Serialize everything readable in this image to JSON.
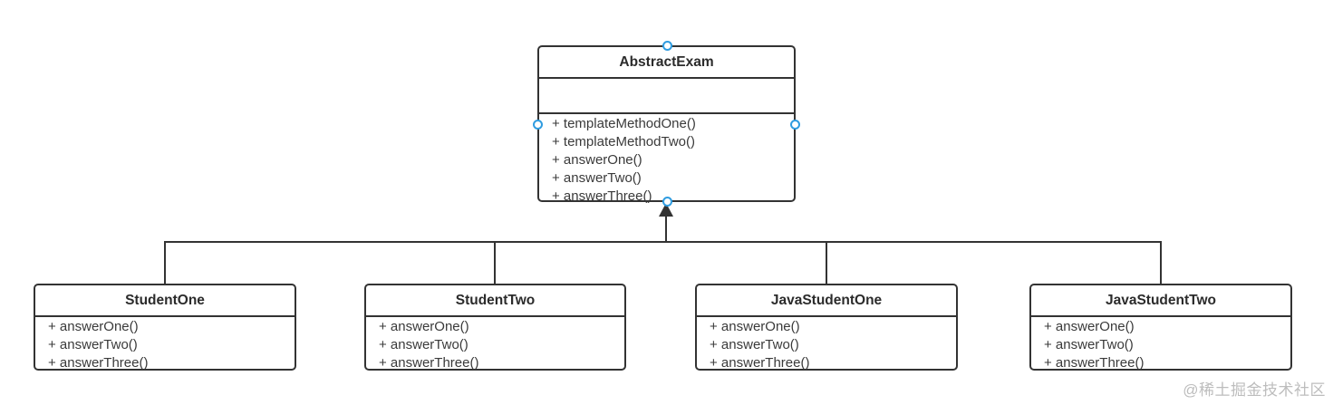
{
  "classes": {
    "abstract_exam": {
      "title": "AbstractExam",
      "methods": [
        "+ templateMethodOne()",
        "+ templateMethodTwo()",
        "+ answerOne()",
        "+ answerTwo()",
        "+ answerThree()"
      ]
    },
    "student_one": {
      "title": "StudentOne",
      "methods": [
        "+ answerOne()",
        "+ answerTwo()",
        "+ answerThree()"
      ]
    },
    "student_two": {
      "title": "StudentTwo",
      "methods": [
        "+ answerOne()",
        "+ answerTwo()",
        "+ answerThree()"
      ]
    },
    "java_student_one": {
      "title": "JavaStudentOne",
      "methods": [
        "+ answerOne()",
        "+ answerTwo()",
        "+ answerThree()"
      ]
    },
    "java_student_two": {
      "title": "JavaStudentTwo",
      "methods": [
        "+ answerOne()",
        "+ answerTwo()",
        "+ answerThree()"
      ]
    }
  },
  "relationship": {
    "type": "generalization",
    "to": "AbstractExam"
  },
  "watermark": "@稀土掘金技术社区",
  "colors": {
    "line": "#333333",
    "text": "#3a3a3a",
    "handle": "#2f9ce0",
    "watermark": "#bdbdbd"
  }
}
